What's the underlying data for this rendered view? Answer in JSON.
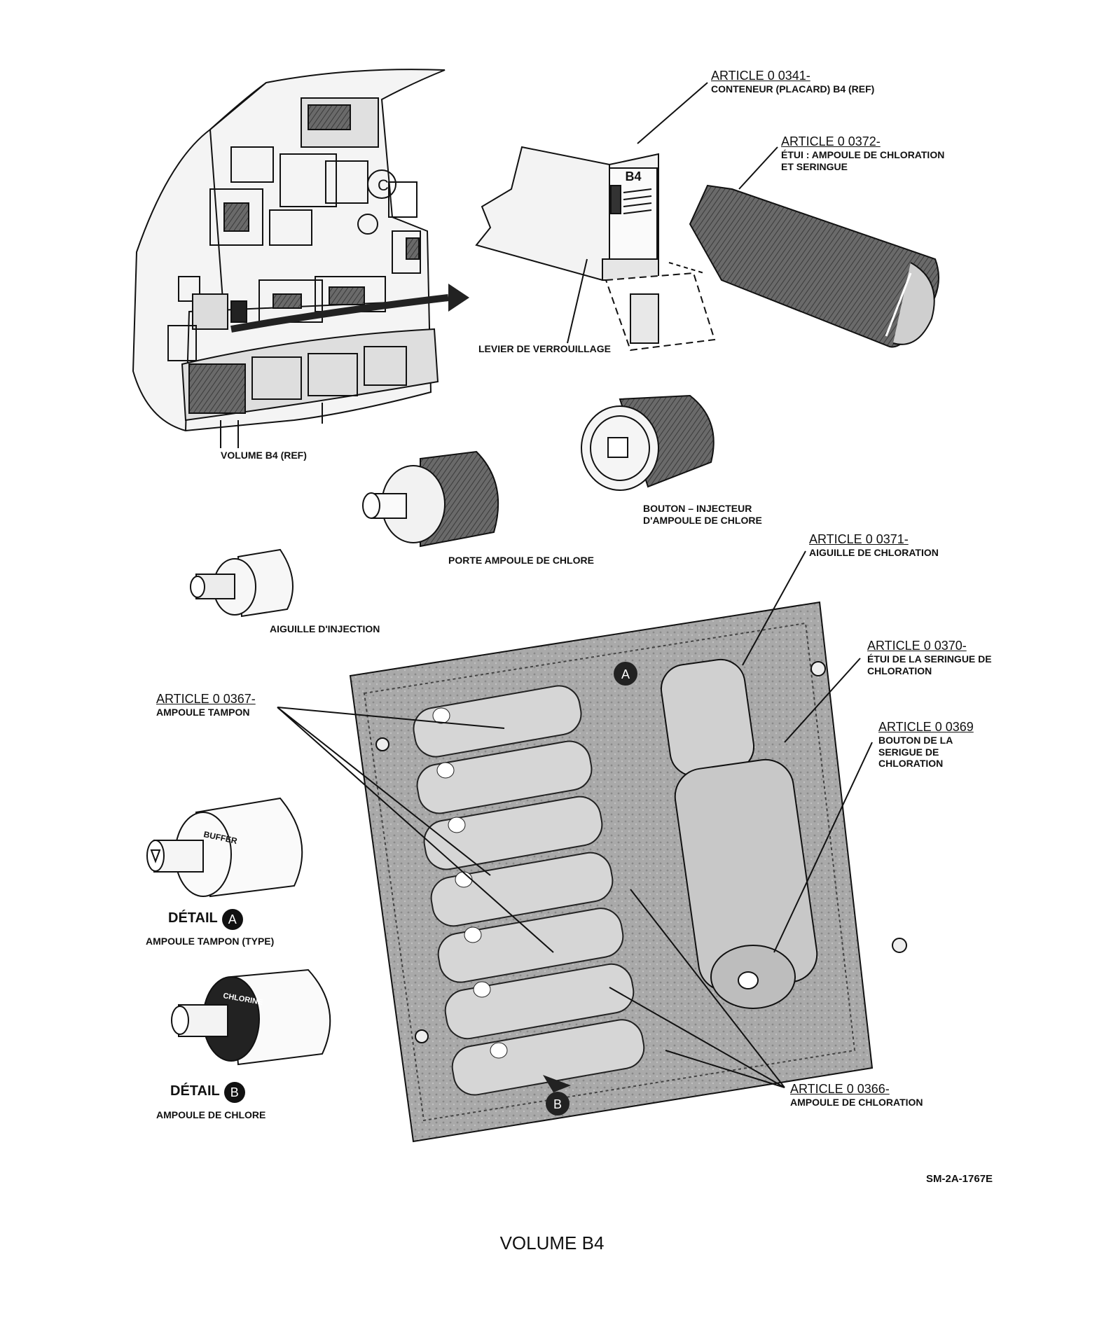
{
  "labels": {
    "art_0341": "ARTICLE 0 0341-",
    "art_0341_desc": "CONTENEUR (PLACARD) B4 (REF)",
    "art_0372": "ARTICLE 0 0372-",
    "art_0372_desc1": "ÉTUI : AMPOULE DE CHLORATION",
    "art_0372_desc2": "ET SERINGUE",
    "levier": "LEVIER DE VERROUILLAGE",
    "volume_ref": "VOLUME B4 (REF)",
    "bouton_injecteur1": "BOUTON – INJECTEUR",
    "bouton_injecteur2": "D'AMPOULE DE CHLORE",
    "porte_ampoule": "PORTE AMPOULE DE CHLORE",
    "aiguille_injection": "AIGUILLE D'INJECTION",
    "art_0371": "ARTICLE 0 0371-",
    "art_0371_desc": "AIGUILLE DE CHLORATION",
    "art_0370": "ARTICLE 0 0370-",
    "art_0370_desc1": "ÉTUI DE LA SERINGUE DE",
    "art_0370_desc2": "CHLORATION",
    "art_0369": "ARTICLE 0 0369",
    "art_0369_desc1": "BOUTON DE LA",
    "art_0369_desc2": "SERIGUE DE",
    "art_0369_desc3": "CHLORATION",
    "art_0367": "ARTICLE 0 0367-",
    "art_0367_desc": "AMPOULE TAMPON",
    "detail_a": "DÉTAIL",
    "detail_a_letter": "A",
    "detail_a_desc": "AMPOULE TAMPON (TYPE)",
    "detail_b": "DÉTAIL",
    "detail_b_letter": "B",
    "detail_b_desc": "AMPOULE DE CHLORE",
    "art_0366": "ARTICLE 0 0366-",
    "art_0366_desc": "AMPOULE DE CHLORATION",
    "panel_c": "C",
    "box_b4": "B4",
    "callout_a": "A",
    "callout_b": "B",
    "buffer_text": "BUFFER",
    "chlorine_text": "CHLORINE"
  },
  "reference_number": "SM-2A-1767E",
  "title": "VOLUME B4"
}
